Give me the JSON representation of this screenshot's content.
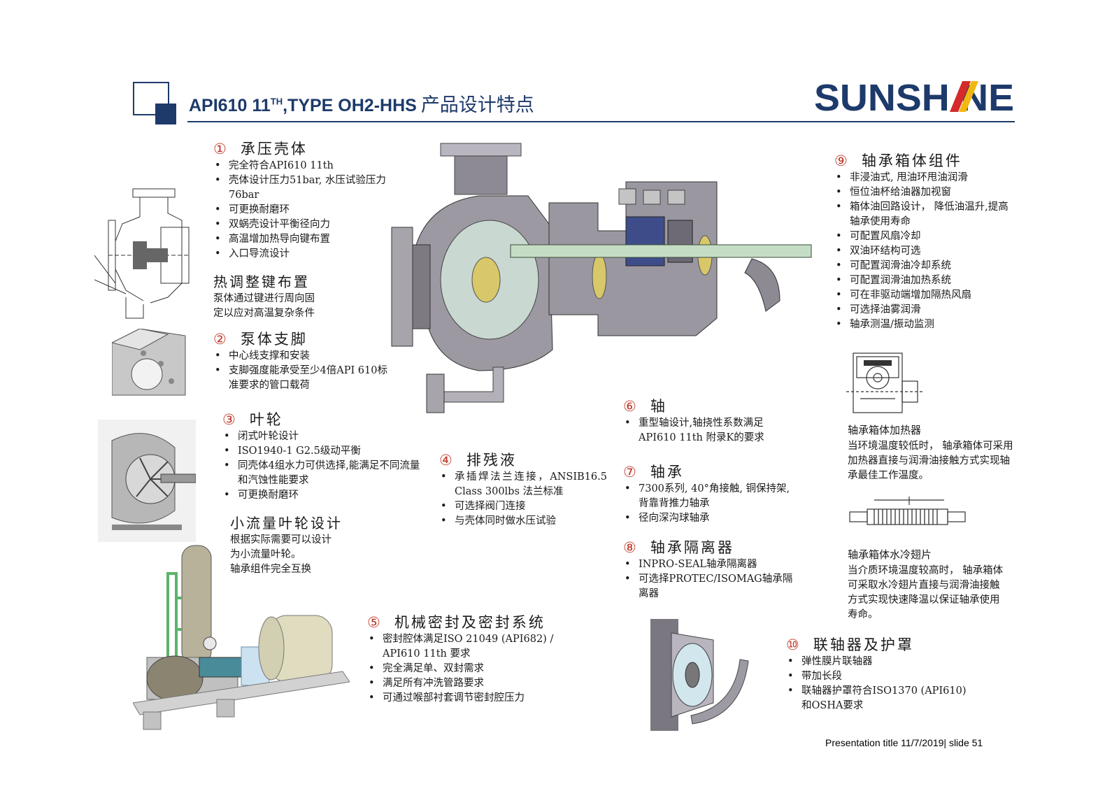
{
  "header": {
    "title_main": "API610 11",
    "title_sup": "TH",
    "title_rest": ",TYPE OH2-HHS",
    "title_cn": "产品设计特点",
    "logo_text": "SUNSHINE"
  },
  "sections": {
    "s1": {
      "num": "①",
      "title": "承压壳体",
      "items": [
        "完全符合API610 11th",
        "壳体设计压力51bar, 水压试验压力76bar",
        "可更换耐磨环",
        "双蜗壳设计平衡径向力",
        "高温增加热导向键布置",
        "入口导流设计"
      ]
    },
    "thermal": {
      "title": "热调整键布置",
      "text": [
        "泵体通过键进行周向固",
        "定以应对高温复杂条件"
      ]
    },
    "s2": {
      "num": "②",
      "title": "泵体支脚",
      "items": [
        "中心线支撑和安装",
        "支脚强度能承受至少4倍API 610标准要求的管口载荷"
      ]
    },
    "s3": {
      "num": "③",
      "title": "叶轮",
      "items": [
        "闭式叶轮设计",
        "ISO1940-1 G2.5级动平衡",
        "同壳体4组水力可供选择,能满足不同流量和汽蚀性能要求",
        "可更换耐磨环"
      ]
    },
    "lowflow": {
      "title": "小流量叶轮设计",
      "text": [
        "根据实际需要可以设计",
        "为小流量叶轮。",
        "轴承组件完全互换"
      ]
    },
    "s4": {
      "num": "④",
      "title": "排残液",
      "items": [
        "承插焊法兰连接，ANSIB16.5 Class 300lbs 法兰标准",
        "可选择阀门连接",
        "与壳体同时做水压试验"
      ]
    },
    "s5": {
      "num": "⑤",
      "title": "机械密封及密封系统",
      "items": [
        "密封腔体满足ISO 21049 (API682) / API610 11th 要求",
        "完全满足单、双封需求",
        "满足所有冲洗管路要求",
        "可通过喉部衬套调节密封腔压力"
      ]
    },
    "s6": {
      "num": "⑥",
      "title": "轴",
      "items": [
        "重型轴设计,轴挠性系数满足API610 11th 附录K的要求"
      ]
    },
    "s7": {
      "num": "⑦",
      "title": "轴承",
      "items": [
        "7300系列, 40°角接触, 铜保持架,背靠背推力轴承",
        "径向深沟球轴承"
      ]
    },
    "s8": {
      "num": "⑧",
      "title": "轴承隔离器",
      "items": [
        "INPRO-SEAL轴承隔离器",
        "可选择PROTEC/ISOMAG轴承隔离器"
      ]
    },
    "s9": {
      "num": "⑨",
      "title": "轴承箱体组件",
      "items": [
        "非浸油式, 甩油环甩油润滑",
        "恒位油杯给油器加视窗",
        "箱体油回路设计， 降低油温升,提高轴承使用寿命",
        "可配置风扇冷却",
        "双油环结构可选",
        "可配置润滑油冷却系统",
        "可配置润滑油加热系统",
        "可在非驱动端增加隔热风扇",
        "可选择油雾润滑",
        "轴承测温/振动监测"
      ]
    },
    "heater": {
      "title": "轴承箱体加热器",
      "text": "当环境温度较低时， 轴承箱体可采用加热器直接与润滑油接触方式实现轴承最佳工作温度。"
    },
    "cooler": {
      "title": "轴承箱体水冷翅片",
      "text": "当介质环境温度较高时， 轴承箱体可采取水冷翅片直接与润滑油接触方式实现快速降温以保证轴承使用寿命。"
    },
    "s10": {
      "num": "⑩",
      "title": "联轴器及护罩",
      "items": [
        "弹性膜片联轴器",
        "带加长段",
        "联轴器护罩符合ISO1370 (API610) 和OSHA要求"
      ]
    }
  },
  "footer": {
    "text": "Presentation title 11/7/2019| slide 51"
  },
  "colors": {
    "brand_navy": "#1d3a6b",
    "number_red": "#c0392b",
    "logo_red": "#d42a2a",
    "logo_yellow": "#f2b80f"
  }
}
